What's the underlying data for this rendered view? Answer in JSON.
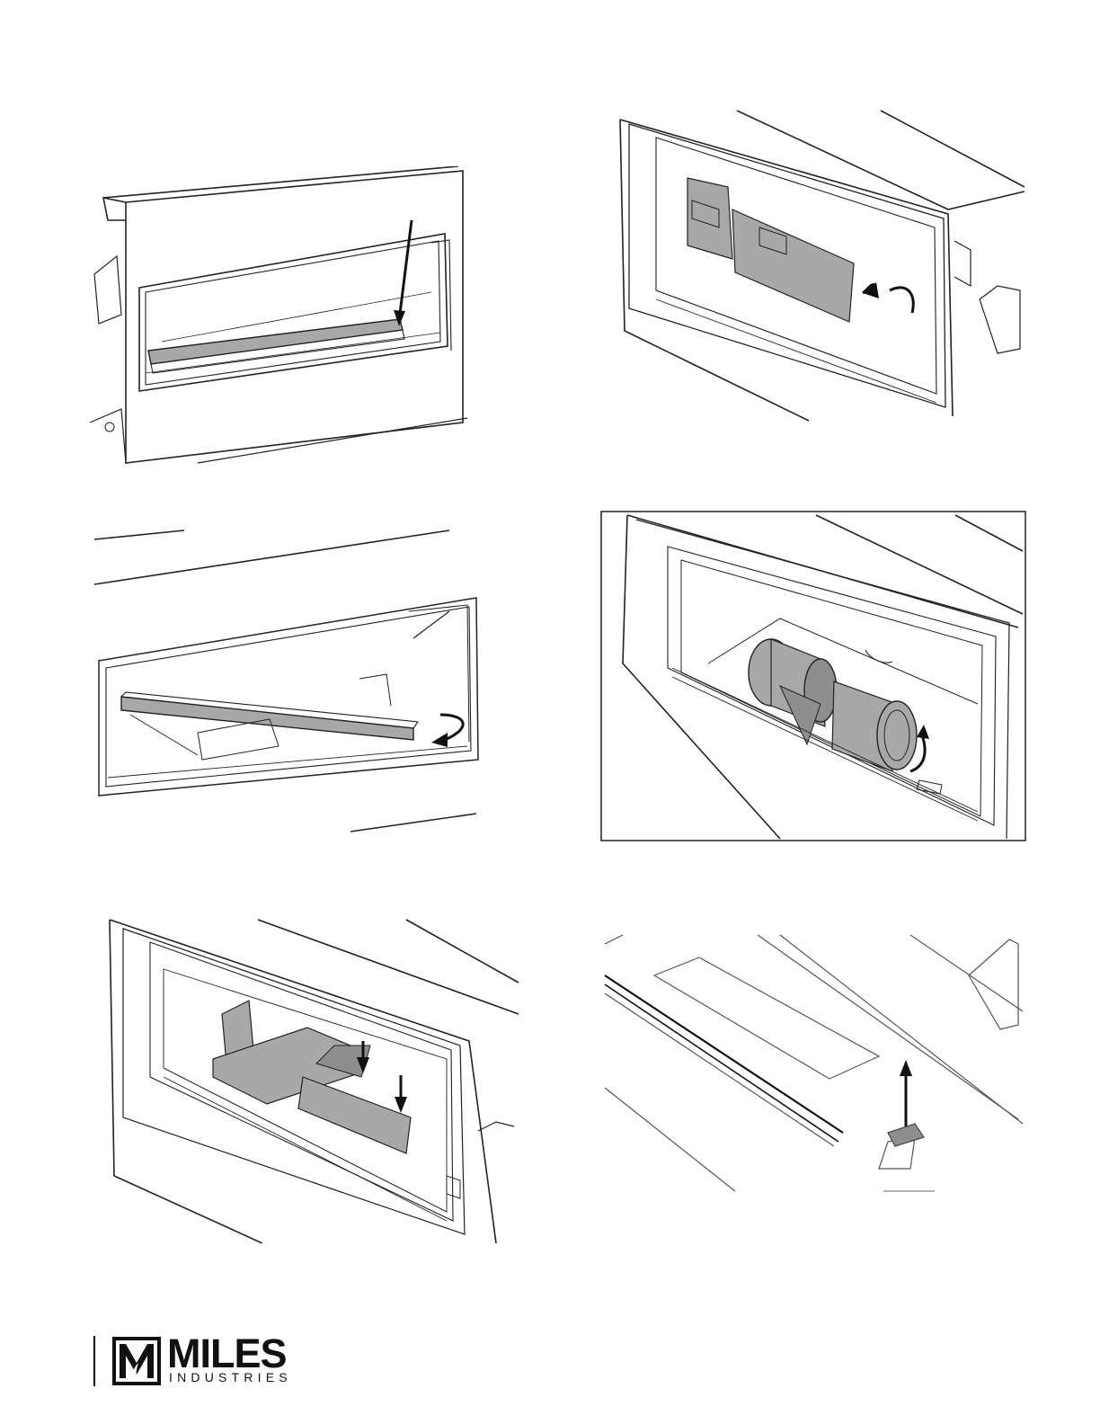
{
  "figures": [
    {
      "id": "fig1",
      "arrow": "straight-down"
    },
    {
      "id": "fig2",
      "arrow": "curved-up"
    },
    {
      "id": "fig3",
      "arrow": "curved-down"
    },
    {
      "id": "fig4",
      "arrow": "curved-up"
    },
    {
      "id": "fig5",
      "arrow": "straight-down"
    },
    {
      "id": "fig6",
      "arrow": "straight-up"
    }
  ],
  "colors": {
    "line": "#222222",
    "fill_part": "#a8a8a8",
    "fill_dark": "#8e8e8e"
  },
  "footer": {
    "logo_name": "MILES",
    "logo_subtitle": "INDUSTRIES"
  }
}
